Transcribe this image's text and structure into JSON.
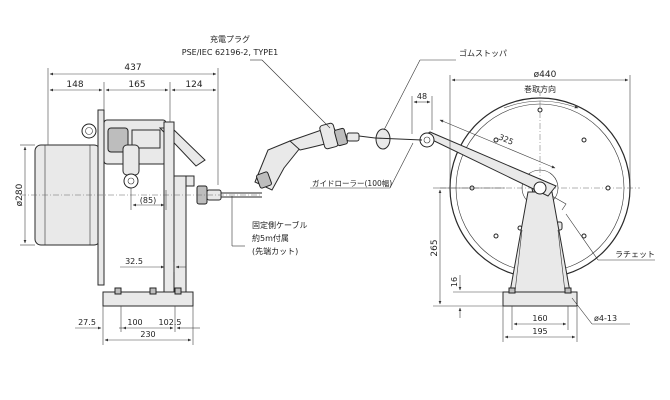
{
  "side_view": {
    "dims": {
      "overall_width": "437",
      "part_a": "148",
      "part_b": "165",
      "part_c": "124",
      "diameter": "ø280",
      "offset": "(85)",
      "pedestal": "32.5",
      "base_left": "27.5",
      "base_mid": "100",
      "base_right": "102.5",
      "base_total": "230"
    }
  },
  "plug": {
    "label_line1": "充電プラグ",
    "label_line2": "PSE/IEC 62196-2, TYPE1"
  },
  "cable_note": {
    "line1": "固定側ケーブル",
    "line2": "約5m付属",
    "line3": "(先端カット)"
  },
  "front_view": {
    "rubber_stopper": "ゴムストッパ",
    "guide_roller": "ガイドローラー(100幅)",
    "ratchet": "ラチェット",
    "direction": "巻取方向",
    "dims": {
      "drum_diameter": "ø440",
      "arm_offset": "48",
      "arm_length": "325",
      "axle_height": "265",
      "foot_height": "16",
      "hole_pitch": "160",
      "base_width": "195",
      "holes": "ø4-13"
    }
  }
}
